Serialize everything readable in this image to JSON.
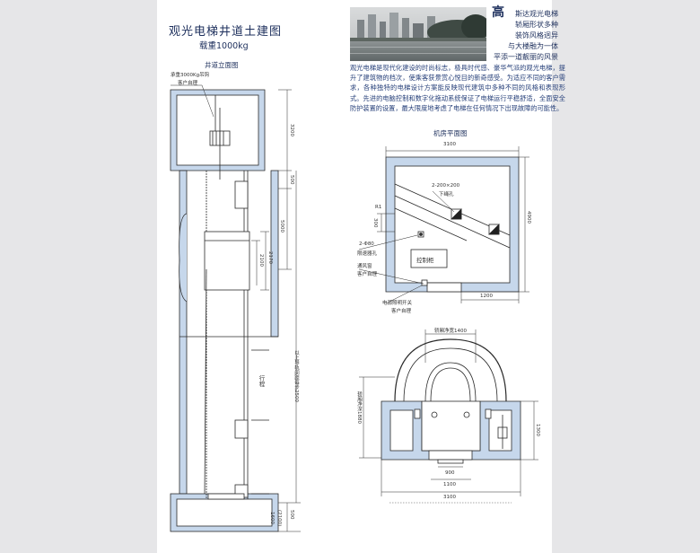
{
  "heading": {
    "title": "观光电梯井道土建图",
    "load": "载重1000kg",
    "elevation_title": "井道立面图"
  },
  "intro": {
    "lead_char": "高",
    "headline_lines": [
      "斯达观光电梯",
      "轿厢形状多种",
      "装饰风格迥异",
      "与大楼融为一体",
      "平添一道靓丽的风景"
    ],
    "body": "观光电梯是现代化建设的时尚标志，极具时代感、豪华气派的观光电梯，提升了建筑物的档次，使乘客获景赏心悦目的新奇感受。为适应不同的客户需求，各种独特的电梯设计方案能反映现代建筑中多种不同的风格和表现形式。先进的电脑控制和数字化拖动系统保证了电梯运行平稳舒适，全面安全防护装置的设置，最大限度地考虑了电梯在任何情况下出现故障的可能性。"
  },
  "elevation": {
    "notes": [
      "承重3000Kg吊钩",
      "客户自理"
    ],
    "dims": [
      "3200",
      "500",
      "5000",
      "2100",
      "2170",
      "500",
      "1600",
      "(2100)"
    ],
    "travel_label": "行程",
    "guide_label": "以上导轨间距每步2500"
  },
  "machine_room": {
    "title": "机房平面图",
    "width": "3100",
    "depth": "4900",
    "offset": "1200",
    "hole_label": "2-200×200",
    "hole_note": "下绳孔",
    "r1": "R1",
    "r1_dim": "300",
    "hook_label": "2-Φ80",
    "hook_note": "限速器孔",
    "vent_label": "通风窗",
    "vent_note": "客户自理",
    "cabinet_label": "控制柜",
    "switch_label": "电源照明开关",
    "switch_note": "客户自理"
  },
  "plan": {
    "car_width": "轿厢净宽1400",
    "car_depth": "轿厢净深1880",
    "door": "900",
    "door_frame": "1100",
    "shaft_width": "3100",
    "side_dim": "1300"
  }
}
